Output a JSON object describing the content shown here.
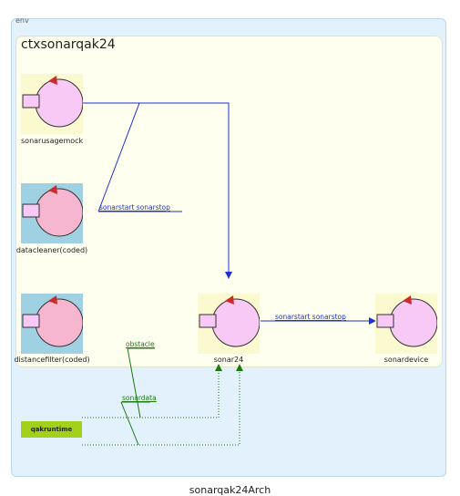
{
  "env": {
    "label": "env"
  },
  "context": {
    "title": "ctxsonarqak24"
  },
  "actors": {
    "sonarusagemock": {
      "label": "sonarusagemock"
    },
    "datacleaner": {
      "label": "datacleaner(coded)"
    },
    "distancefilter": {
      "label": "distancefilter(coded)"
    },
    "sonar24": {
      "label": "sonar24"
    },
    "sonardevice": {
      "label": "sonardevice"
    }
  },
  "messages": {
    "m1": "sonarstart    sonarstop",
    "m2": "sonarstart    sonarstop",
    "obstacle": "obstacle",
    "sonardata": "sonardata"
  },
  "runtime": {
    "label": "qakruntime"
  },
  "caption": "sonarqak24Arch",
  "colors": {
    "env_bg": "#e2f1fb",
    "context_bg": "#fffff0",
    "actor_plain": "#fbf9cf",
    "actor_coded": "#9fd1e3",
    "blue_wire": "#1e2fd6",
    "green_wire": "#1d7a12",
    "runtime": "#a3d11b"
  }
}
